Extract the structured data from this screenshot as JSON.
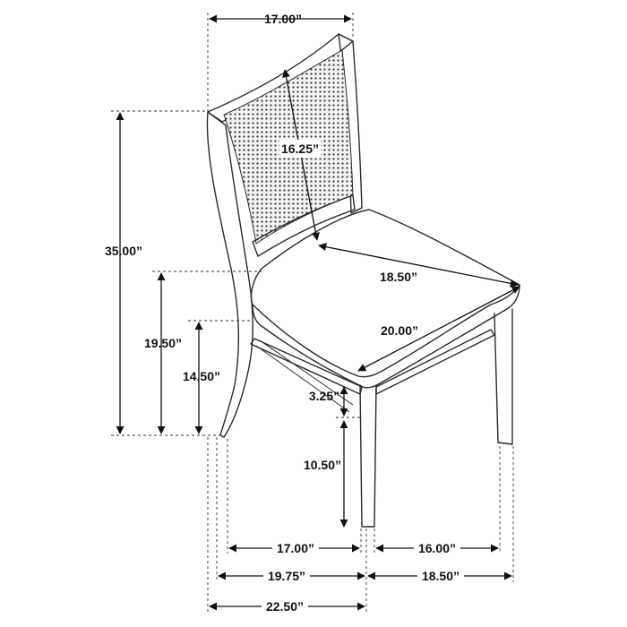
{
  "dimensions": {
    "back_width": "17.00”",
    "backrest_height": "16.25”",
    "overall_height": "35.00”",
    "seat_width": "18.50”",
    "seat_depth": "20.00”",
    "seat_height": "19.50”",
    "arm_height": "14.50”",
    "stretcher_to_seat": "3.25”",
    "stretcher_height": "10.50”",
    "front_leg_span": "17.00”",
    "side_leg_span": "16.00”",
    "front_width": "19.75”",
    "side_depth": "18.50”",
    "overall_width": "22.50”"
  },
  "colors": {
    "line": "#2a2a2a",
    "text": "#111111",
    "background": "#ffffff"
  }
}
